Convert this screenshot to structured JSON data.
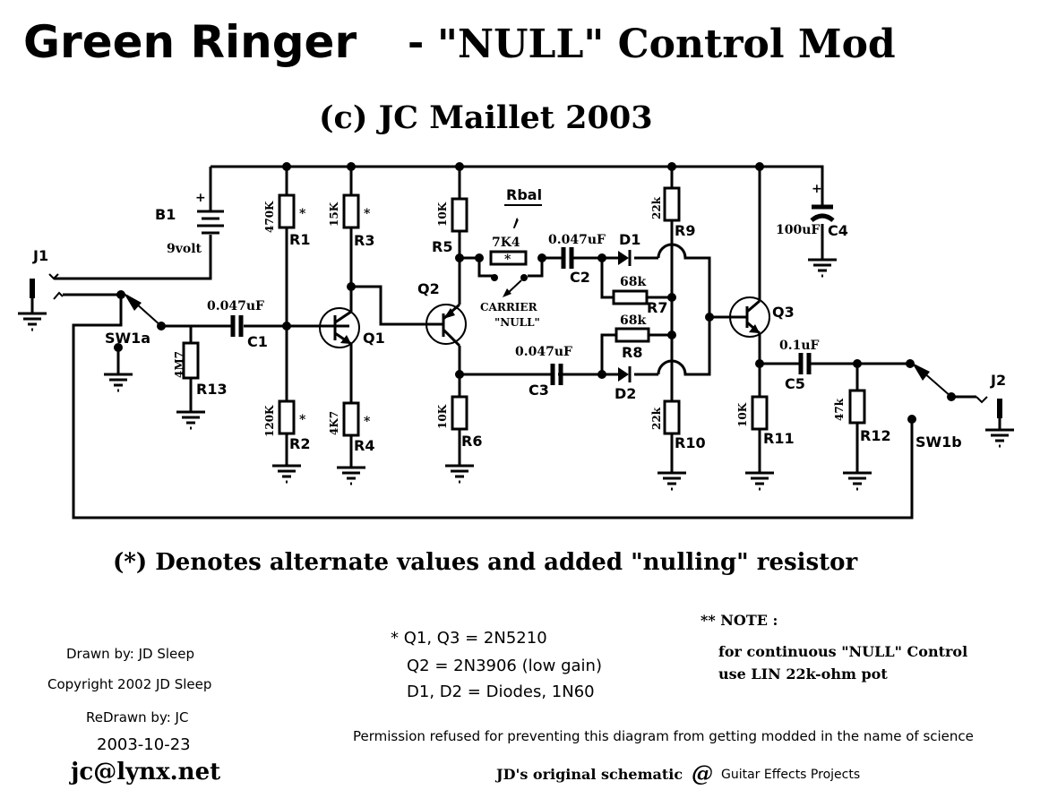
{
  "header": {
    "title_main": "Green Ringer",
    "title_sep": "-",
    "title_mod": "\"NULL\" Control Mod",
    "subtitle": "(c) JC Maillet 2003"
  },
  "components": {
    "B1": {
      "ref": "B1",
      "value": "9volt",
      "plus": "+"
    },
    "J1": {
      "ref": "J1"
    },
    "J2": {
      "ref": "J2"
    },
    "SW1a": {
      "ref": "SW1a"
    },
    "SW1b": {
      "ref": "SW1b"
    },
    "R1": {
      "ref": "R1",
      "value": "470K",
      "mark": "*"
    },
    "R2": {
      "ref": "R2",
      "value": "120K",
      "mark": "*"
    },
    "R3": {
      "ref": "R3",
      "value": "15K",
      "mark": "*"
    },
    "R4": {
      "ref": "R4",
      "value": "4K7",
      "mark": "*"
    },
    "R5": {
      "ref": "R5",
      "value": "10K"
    },
    "R6": {
      "ref": "R6",
      "value": "10K"
    },
    "R7": {
      "ref": "R7",
      "value": "68k"
    },
    "R8": {
      "ref": "R8",
      "value": "68k"
    },
    "R9": {
      "ref": "R9",
      "value": "22k"
    },
    "R10": {
      "ref": "R10",
      "value": "22k"
    },
    "R11": {
      "ref": "R11",
      "value": "10K"
    },
    "R12": {
      "ref": "R12",
      "value": "47k"
    },
    "R13": {
      "ref": "R13",
      "value": "4M7"
    },
    "Rbal": {
      "ref": "Rbal",
      "value": "7K4",
      "mark": "*",
      "slash": "/"
    },
    "C1": {
      "ref": "C1",
      "value": "0.047uF"
    },
    "C2": {
      "ref": "C2",
      "value": "0.047uF"
    },
    "C3": {
      "ref": "C3",
      "value": "0.047uF"
    },
    "C4": {
      "ref": "C4",
      "value": "100uF",
      "plus": "+"
    },
    "C5": {
      "ref": "C5",
      "value": "0.1uF"
    },
    "D1": {
      "ref": "D1"
    },
    "D2": {
      "ref": "D2"
    },
    "Q1": {
      "ref": "Q1"
    },
    "Q2": {
      "ref": "Q2"
    },
    "Q3": {
      "ref": "Q3"
    },
    "null_switch": {
      "line1": "CARRIER",
      "line2": "\"NULL\""
    }
  },
  "footnote": "(*) Denotes alternate values and added \"nulling\" resistor",
  "credits": {
    "drawn_by": "Drawn by: JD Sleep",
    "copyright": "Copyright 2002   JD Sleep",
    "redrawn_by": "ReDrawn by:  JC",
    "date": "2003-10-23",
    "email": "jc@lynx.net"
  },
  "parts_list": {
    "line1": "* Q1, Q3 = 2N5210",
    "line2": "Q2 = 2N3906 (low gain)",
    "line3": "D1, D2 = Diodes,  1N60"
  },
  "note": {
    "heading": "** NOTE :",
    "line1": "for continuous \"NULL\" Control",
    "line2": "use LIN 22k-ohm pot"
  },
  "permission": "Permission refused for preventing this diagram from getting modded in the name of science",
  "source": {
    "prefix": "JD's original schematic",
    "at": "@",
    "site": "Guitar Effects Projects"
  }
}
